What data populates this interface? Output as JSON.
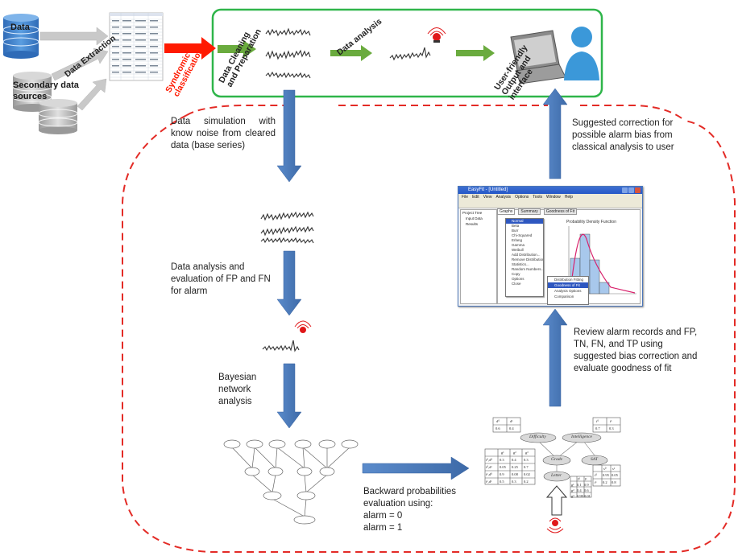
{
  "colors": {
    "flow_arrow": "#4f81bd",
    "process_arrow": "#6aab3e",
    "classification_arrow": "#ff1a00",
    "pipeline_border": "#2fb54a",
    "study_border": "#e32b26",
    "database": "#3c7cc4",
    "grey_database": "#bdbdbd",
    "person": "#3b98d9"
  },
  "sources": {
    "data": "Data",
    "secondary": "Secondary data sources",
    "extraction": "Data Extraction",
    "classification": "Syndromic classification"
  },
  "pipeline": {
    "cleaning": "Data Cleaning and Preparation",
    "analysis": "Data analysis",
    "output": "User-friendly Output and interface"
  },
  "steps": {
    "simulation": "Data simulation with know noise from cleared data (base series)",
    "evaluation": "Data analysis and evaluation of FP and FN for alarm",
    "bayesian": "Bayesian network analysis",
    "backward": "Backward probabilities evaluation using:",
    "alarm0": "alarm = 0",
    "alarm1": "alarm = 1",
    "review": "Review alarm records and FP, TN, FN, and TP using suggested bias correction and evaluate goodness of fit",
    "correction": "Suggested correction for possible alarm bias from classical analysis to user"
  },
  "bn_example": {
    "nodes": [
      "Difficulty",
      "Intelligence",
      "Grade",
      "SAT",
      "Letter"
    ],
    "difficulty_cpt": {
      "headers": [
        "d⁰",
        "d¹"
      ],
      "values": [
        "0.6",
        "0.4"
      ]
    },
    "intelligence_cpt": {
      "headers": [
        "i⁰",
        "i¹"
      ],
      "values": [
        "0.7",
        "0.3"
      ]
    },
    "grade_cpt": {
      "headers": [
        "g¹",
        "g²",
        "g³"
      ],
      "rows": [
        {
          "label": "i⁰,d⁰",
          "values": [
            "0.3",
            "0.4",
            "0.3"
          ]
        },
        {
          "label": "i⁰,d¹",
          "values": [
            "0.05",
            "0.25",
            "0.7"
          ]
        },
        {
          "label": "i¹,d⁰",
          "values": [
            "0.9",
            "0.08",
            "0.02"
          ]
        },
        {
          "label": "i¹,d¹",
          "values": [
            "0.5",
            "0.3",
            "0.2"
          ]
        }
      ]
    },
    "sat_cpt": {
      "headers": [
        "s⁰",
        "s¹"
      ],
      "rows": [
        {
          "label": "i⁰",
          "values": [
            "0.95",
            "0.05"
          ]
        },
        {
          "label": "i¹",
          "values": [
            "0.2",
            "0.8"
          ]
        }
      ]
    },
    "letter_cpt": {
      "headers": [
        "l⁰",
        "l¹"
      ],
      "rows": [
        {
          "label": "g¹",
          "values": [
            "0.1",
            "0.9"
          ]
        },
        {
          "label": "g²",
          "values": [
            "0.4",
            "0.6"
          ]
        },
        {
          "label": "g³",
          "values": [
            "0.99",
            "0.01"
          ]
        }
      ]
    }
  },
  "software_window": {
    "title": "EasyFit - [Untitled]",
    "menu": [
      "File",
      "Edit",
      "View",
      "Analysis",
      "Options",
      "Tools",
      "Window",
      "Help"
    ],
    "tabs": [
      "Graphs",
      "Summary",
      "Goodness of Fit"
    ],
    "left_panel": [
      "Project Tree",
      "Input Data",
      "Results"
    ],
    "context_menu": [
      "Normal",
      "Beta",
      "Burr",
      "Chi-Squared",
      "Erlang",
      "Gamma",
      "Weibull",
      "Add Distribution...",
      "Remove Distribution",
      "Statistics...",
      "Random Numbers...",
      "Copy",
      "Options",
      "Close"
    ],
    "submenu": [
      "Distribution Fitting",
      "Goodness of Fit",
      "Analysis Options",
      "Comparison"
    ],
    "chart_title": "Probability Density Function"
  }
}
